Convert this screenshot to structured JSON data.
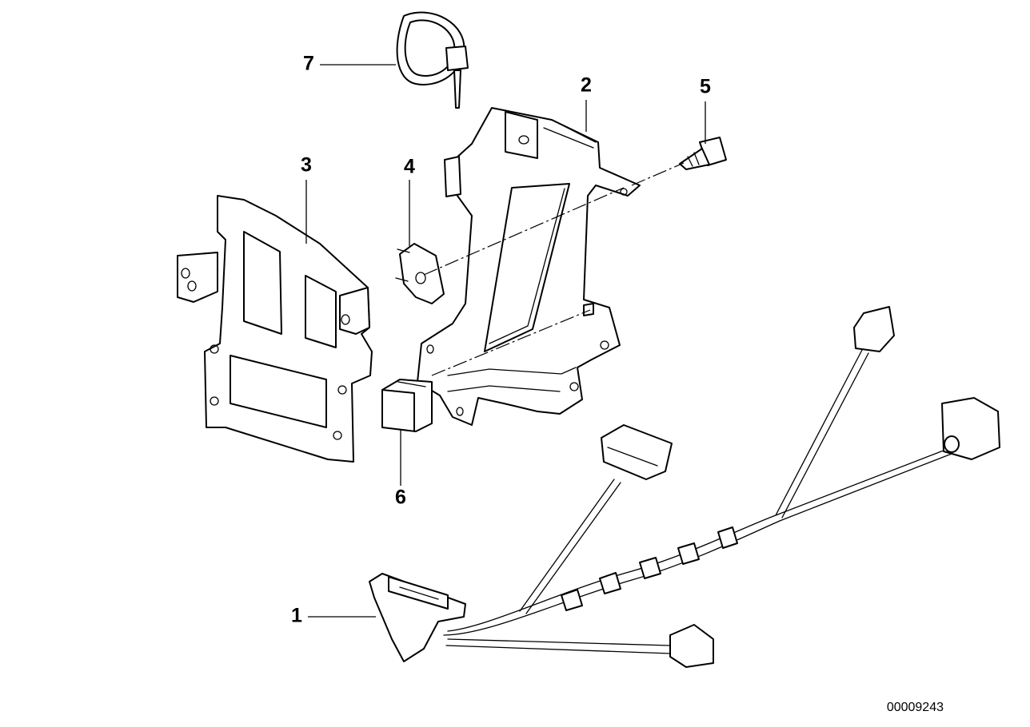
{
  "diagram": {
    "callouts": [
      {
        "id": "1",
        "label": "1"
      },
      {
        "id": "2",
        "label": "2"
      },
      {
        "id": "3",
        "label": "3"
      },
      {
        "id": "4",
        "label": "4"
      },
      {
        "id": "5",
        "label": "5"
      },
      {
        "id": "6",
        "label": "6"
      },
      {
        "id": "7",
        "label": "7"
      }
    ],
    "drawing_number": "00009243"
  }
}
